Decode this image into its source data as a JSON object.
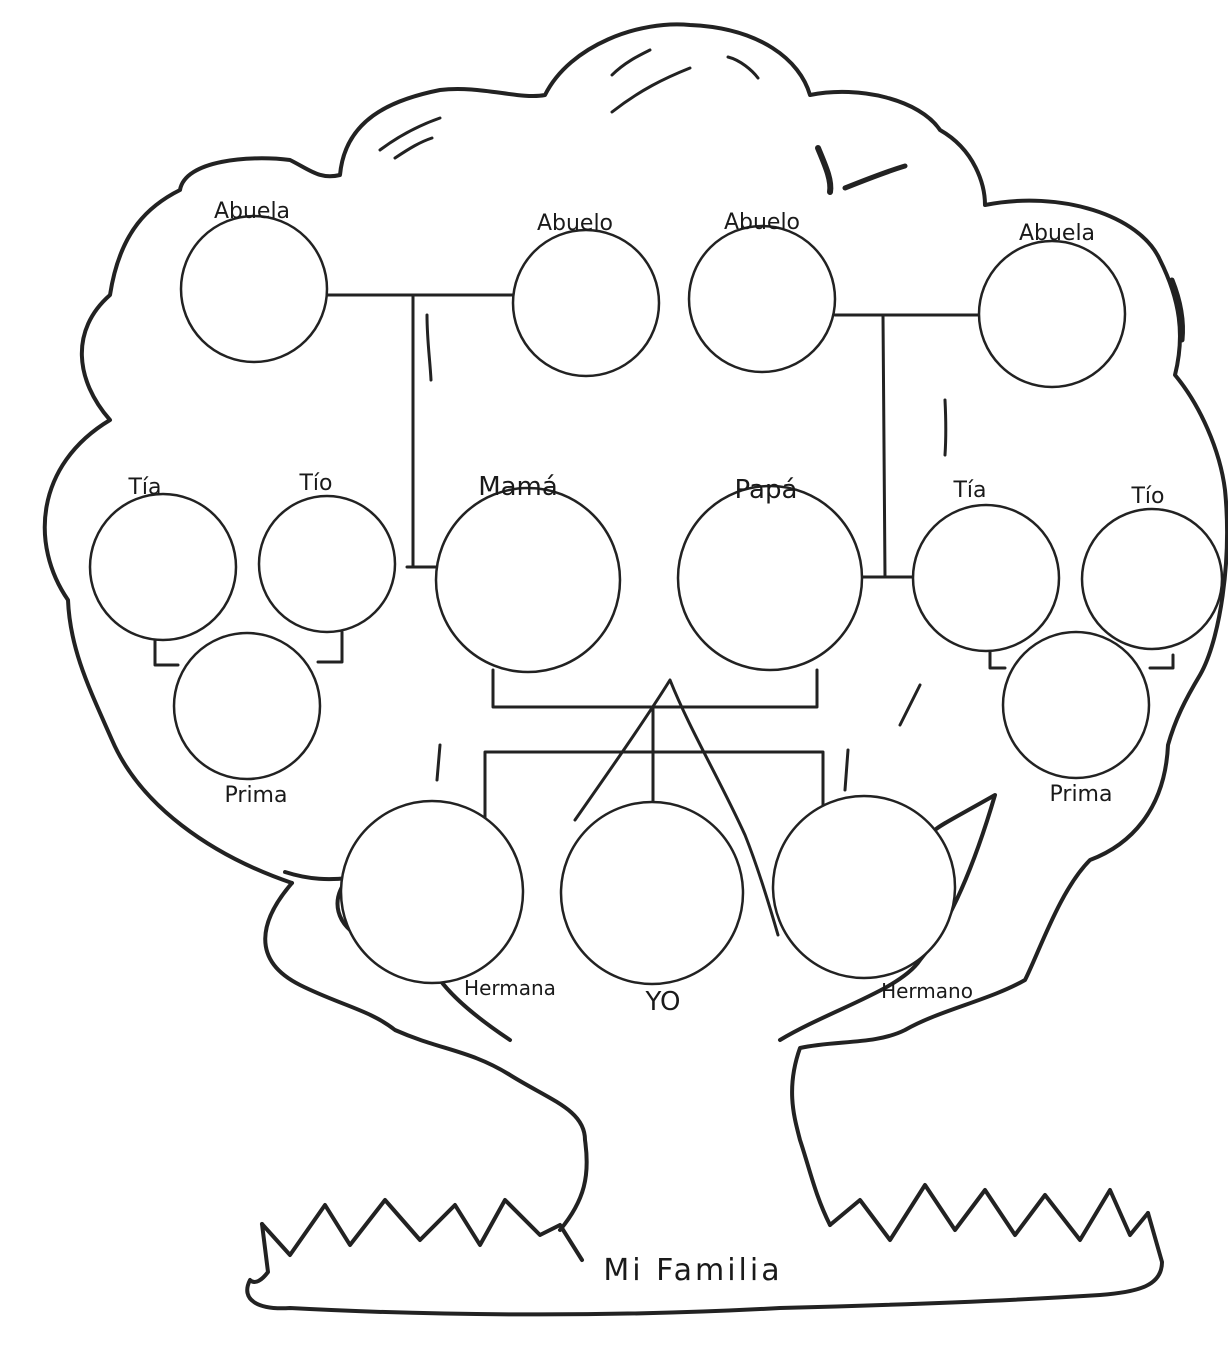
{
  "title": "Mi Familia",
  "ink_color": "#222222",
  "paper_color": "#ffffff",
  "members": {
    "grandmother_left": "Abuela",
    "grandfather_left": "Abuelo",
    "grandfather_right": "Abuelo",
    "grandmother_right": "Abuela",
    "aunt_left": "Tía",
    "uncle_left": "Tío",
    "mother": "Mamá",
    "father": "Papá",
    "aunt_right": "Tía",
    "uncle_right": "Tío",
    "cousin_left": "Prima",
    "cousin_right": "Prima",
    "sister": "Hermana",
    "me": "YO",
    "brother": "Hermano"
  }
}
